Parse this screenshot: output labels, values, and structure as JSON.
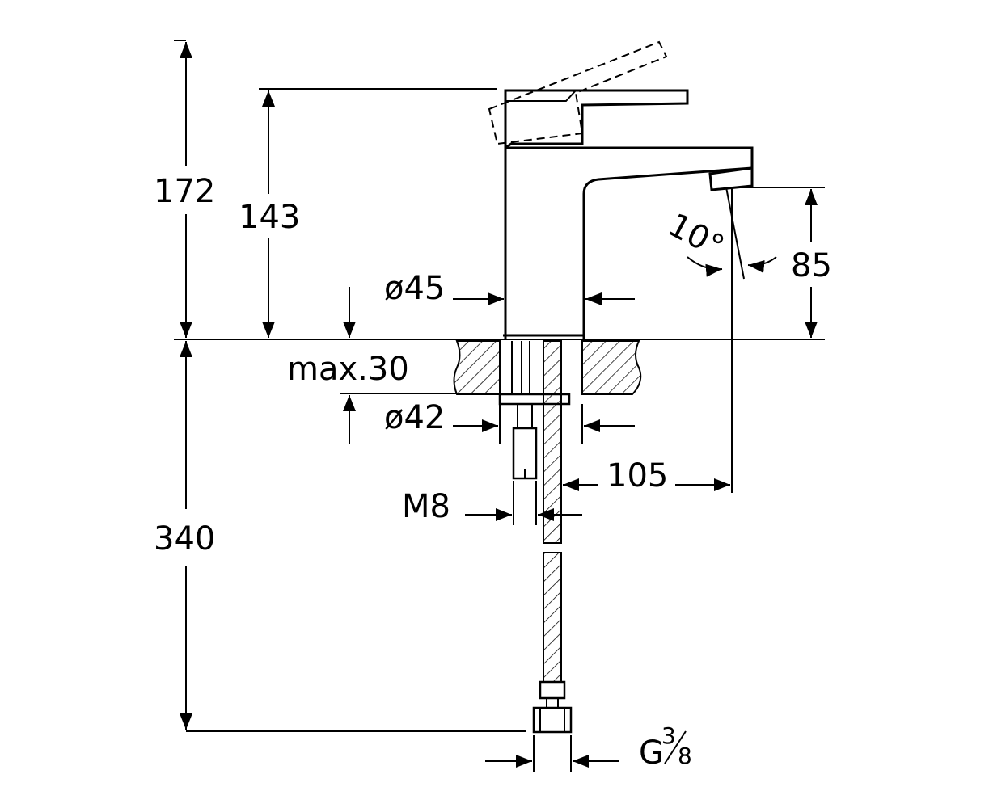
{
  "dimensions": {
    "overall_height": "172",
    "lever_height": "143",
    "spout_height": "85",
    "body_diameter": "ø45",
    "max_deck_thickness": "max.30",
    "hole_diameter": "ø42",
    "projection": "105",
    "thread": "M8",
    "hose_length": "340",
    "hose_connector": "G",
    "hose_connector_fraction_num": "3",
    "hose_connector_fraction_den": "8",
    "angle": "10°"
  }
}
